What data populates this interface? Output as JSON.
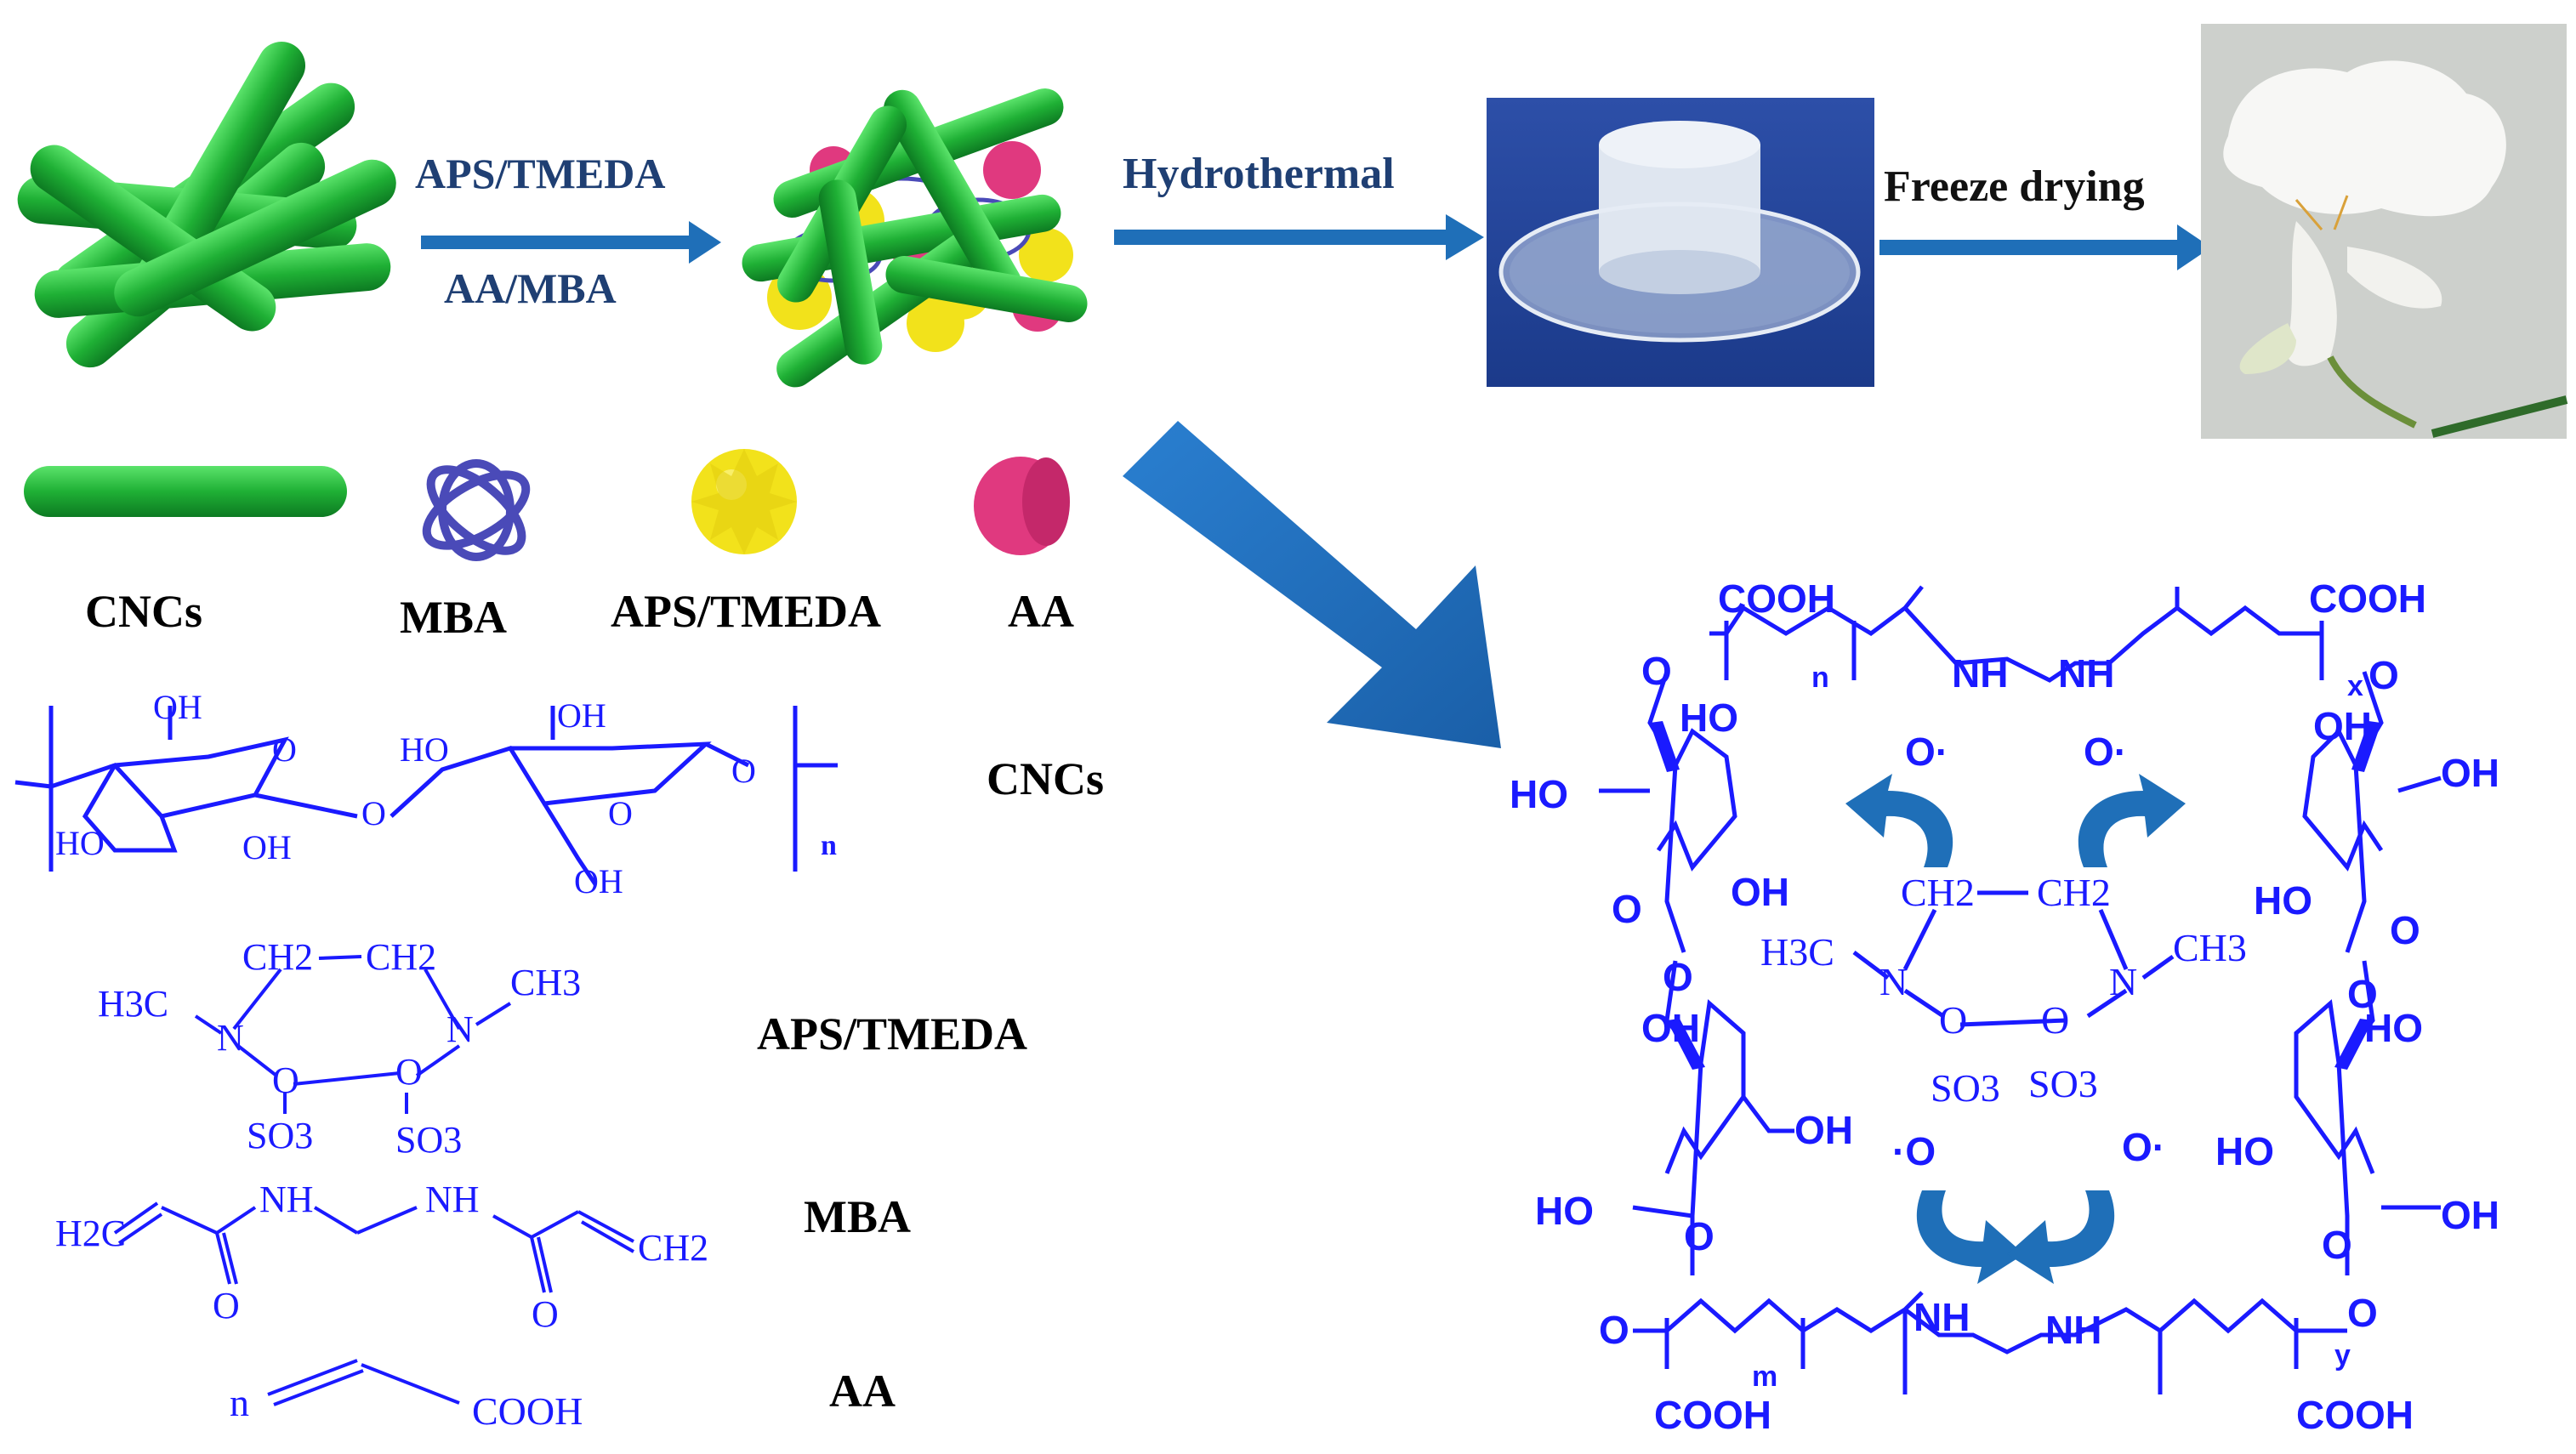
{
  "process": {
    "step1_label_top": "APS/TMEDA",
    "step1_label_bottom": "AA/MBA",
    "step2_label": "Hydrothermal",
    "step3_label": "Freeze drying"
  },
  "legend": {
    "cncs": "CNCs",
    "mba": "MBA",
    "aps_tmeda": "APS/TMEDA",
    "aa": "AA"
  },
  "structures": {
    "cncs": {
      "name": "CNCs",
      "oh1": "OH",
      "oh2": "OH",
      "oh3": "HO",
      "oh4": "HO",
      "oh5": "OH",
      "oh6": "OH",
      "o1": "O",
      "o2": "O",
      "o3": "O",
      "o4": "O",
      "n": "n"
    },
    "aps_tmeda": {
      "name": "APS/TMEDA",
      "ch2_left": "CH2",
      "ch2_right": "CH2",
      "ch3_left": "H3C",
      "ch3_right": "CH3",
      "n_left": "N",
      "n_right": "N",
      "o_left": "O",
      "o_right": "O",
      "so3_left": "SO3",
      "so3_right": "SO3"
    },
    "mba": {
      "name": "MBA",
      "h2c": "H2C",
      "nh_left": "NH",
      "nh_right": "NH",
      "ch2": "CH2",
      "o_left": "O",
      "o_right": "O"
    },
    "aa": {
      "name": "AA",
      "n": "n",
      "cooh": "COOH"
    }
  },
  "network": {
    "cooh_tl": "COOH",
    "cooh_tr": "COOH",
    "cooh_bl": "COOH",
    "cooh_br": "COOH",
    "nh_top_left": "NH",
    "nh_top_right": "NH",
    "nh_bottom_left": "NH",
    "nh_bottom_right": "NH",
    "n": "n",
    "x": "x",
    "m": "m",
    "y": "y",
    "o": "O",
    "radical": "O·",
    "radical_left": "·O",
    "ho": "HO",
    "oh": "OH",
    "ch2": "CH2",
    "h3c": "H3C",
    "ch3": "CH3",
    "nn": "N",
    "so3": "SO3"
  },
  "colors": {
    "rod": "#22b33a",
    "arrow": "#1f6fb8",
    "chem": "#1a1aff",
    "pink": "#e0397f",
    "yellow": "#f2e21b",
    "knot": "#4a4ab8"
  }
}
